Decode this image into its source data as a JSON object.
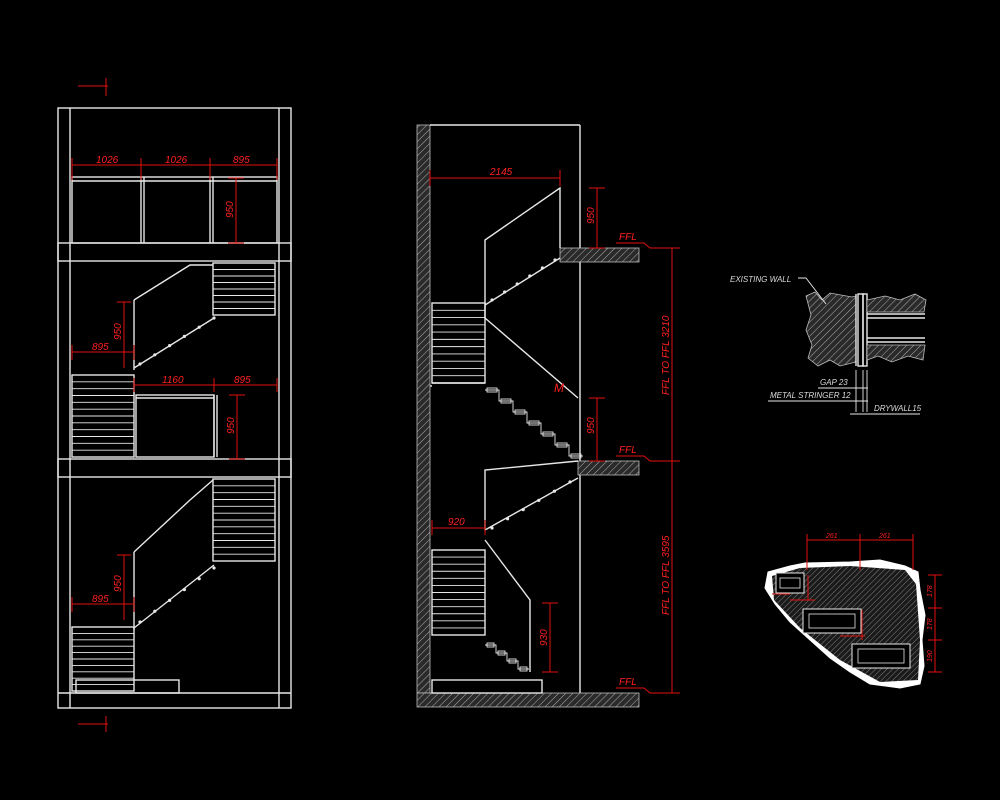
{
  "colors": {
    "background": "#000000",
    "linework": "#e8e8e8",
    "dimensions": "#e01010"
  },
  "elevation": {
    "top_dims": [
      "1026",
      "1026",
      "895"
    ],
    "upper_right_vertical": "950",
    "mid_left_horizontal": "895",
    "mid_left_vertical": "950",
    "mid_row_horizontal": [
      "1160",
      "895"
    ],
    "mid_right_vertical": "950",
    "lower_left_horizontal": "895",
    "lower_left_vertical": "950"
  },
  "section": {
    "top_horizontal": "2145",
    "upper_vertical": "950",
    "middle_vertical": "950",
    "lower_horizontal": "920",
    "bottom_vertical": "930",
    "landing_label": "M",
    "ffl_labels": [
      "FFL",
      "FFL",
      "FFL"
    ],
    "level_dims": [
      "FFL TO FFL 3210",
      "FFL TO FFL 3595"
    ]
  },
  "wall_detail": {
    "existing_wall": "EXISTING WALL",
    "gap": "GAP 23",
    "metal_stringer": "METAL STRINGER 12",
    "drywall": "DRYWALL15"
  },
  "step_detail": {
    "top_dims": [
      "261",
      "261"
    ],
    "right_dims": [
      "178",
      "178",
      "190"
    ]
  }
}
